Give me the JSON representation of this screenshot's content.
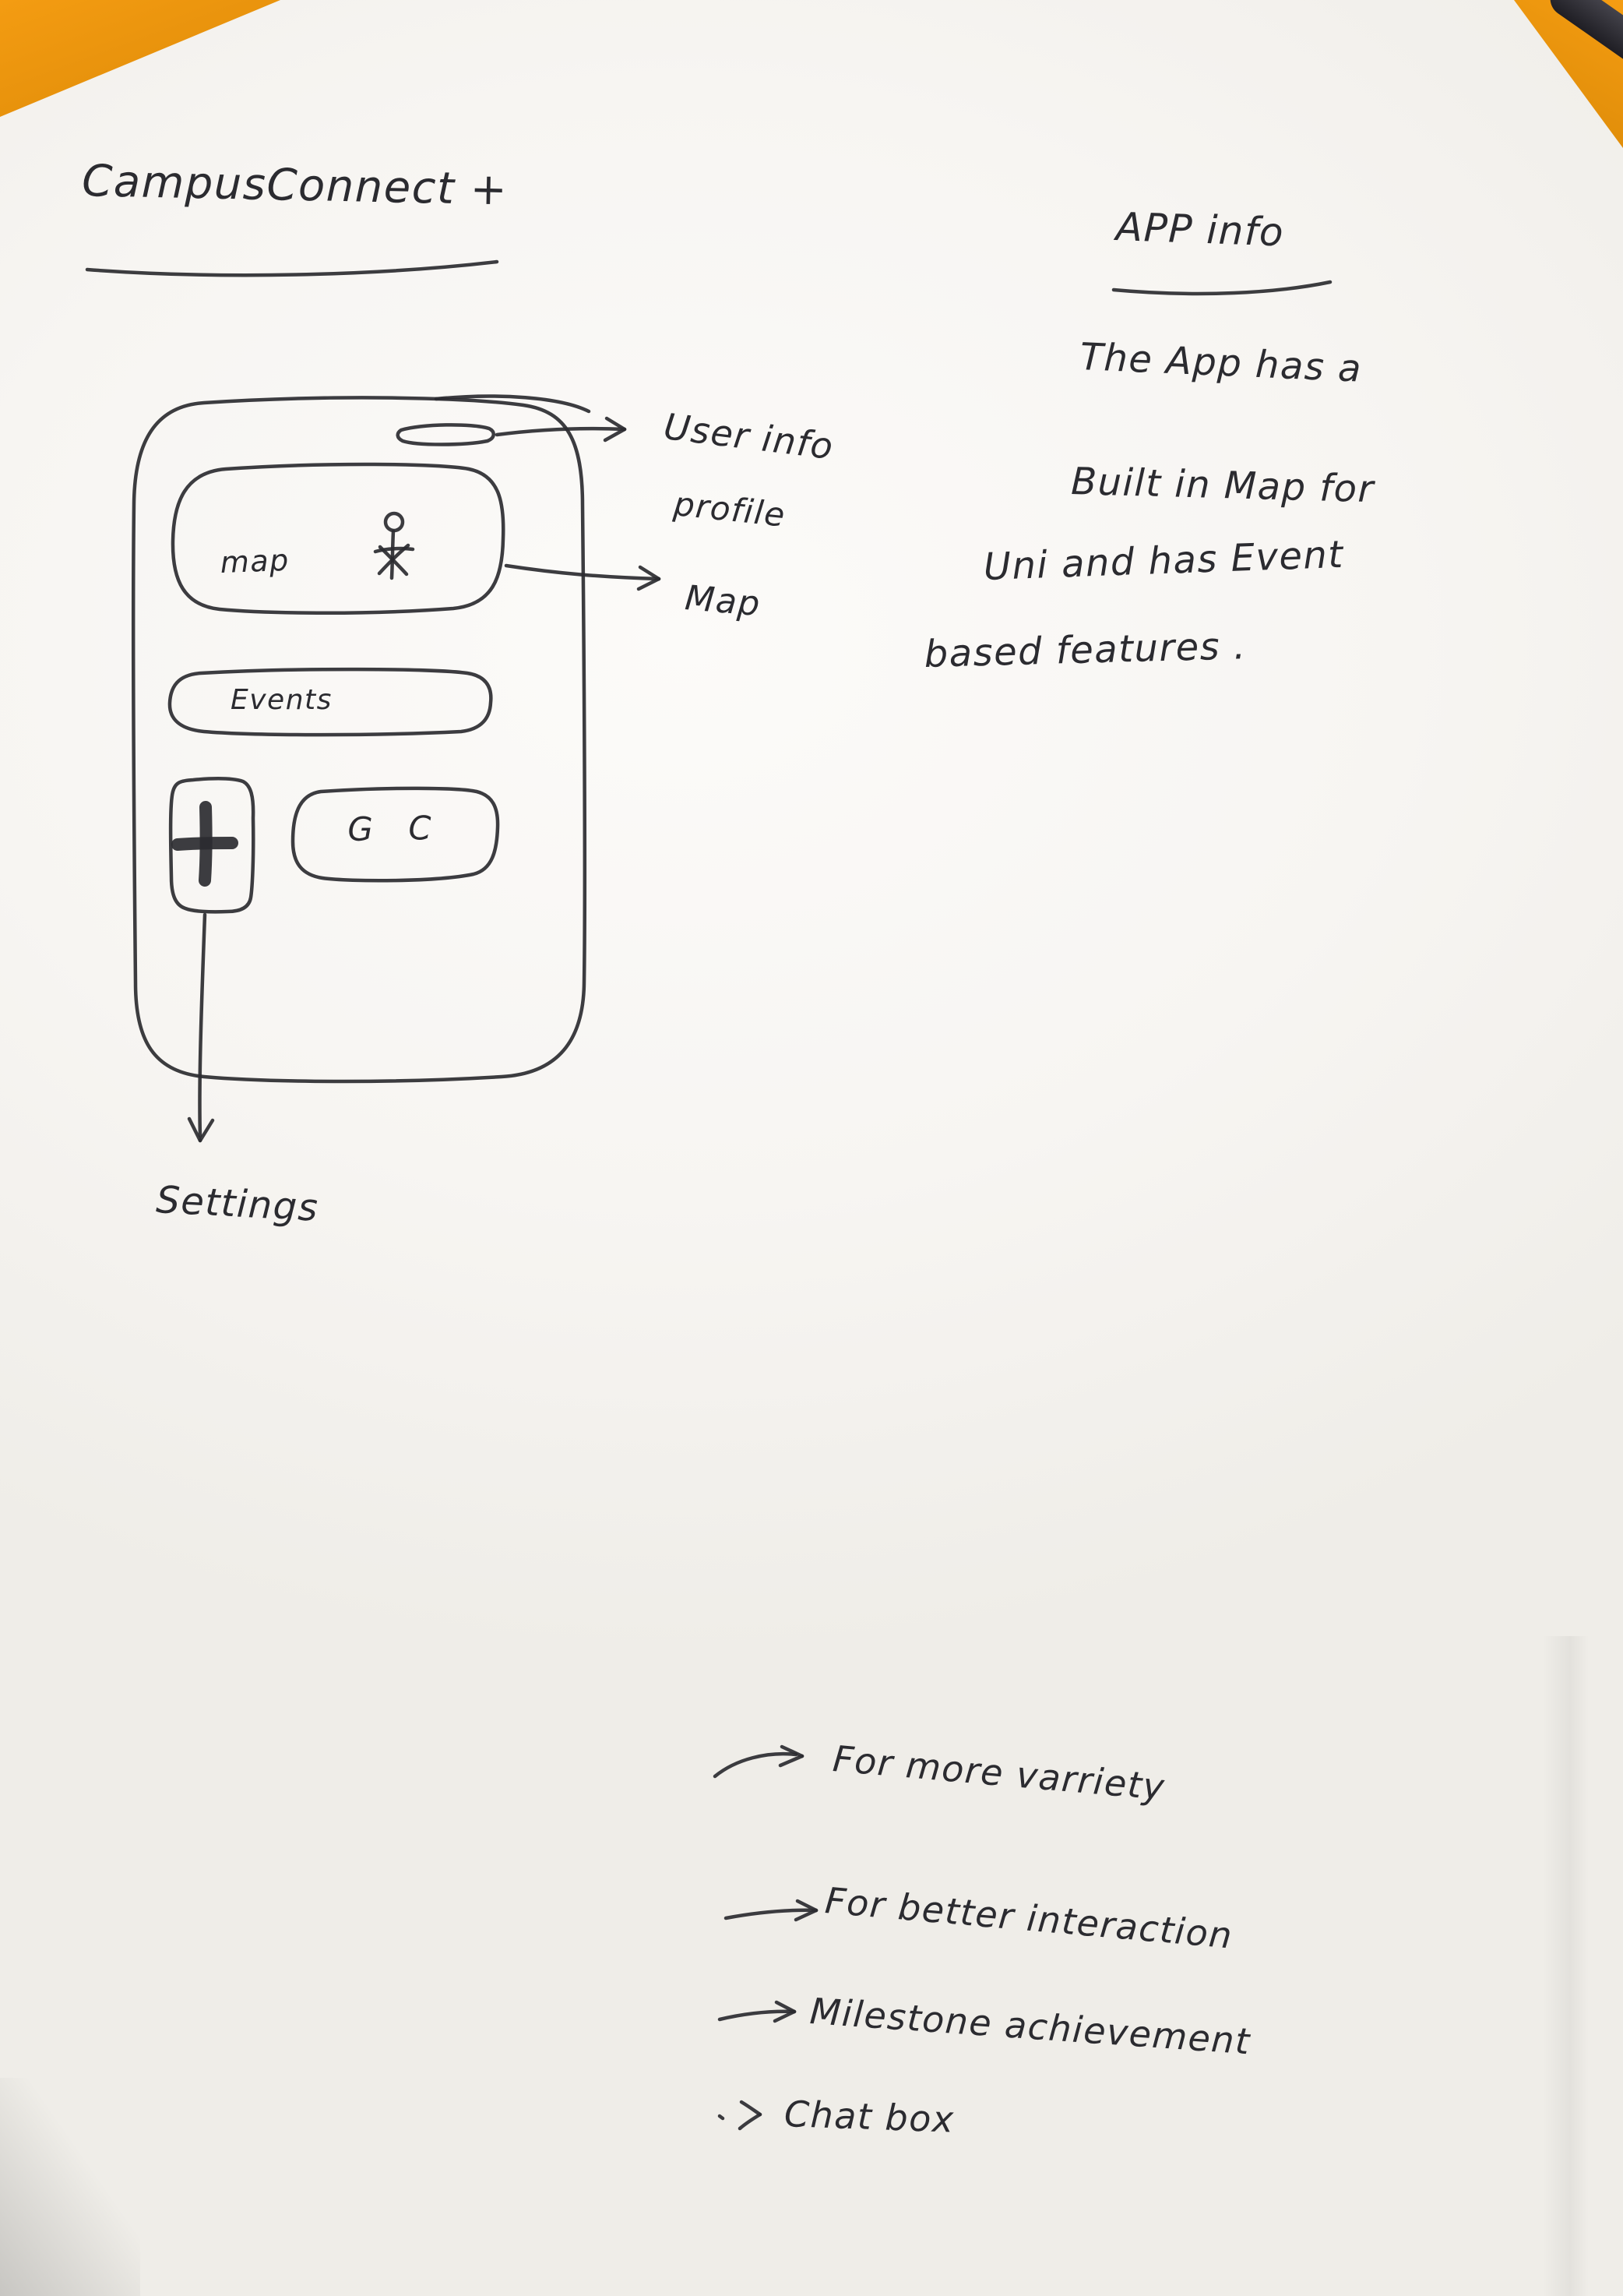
{
  "colors": {
    "paper": "#f7f5f2",
    "ink": "#2b2b30",
    "desk_orange": "#e8930e",
    "pen_dark": "#1f1e24"
  },
  "title": "CampusConnect +",
  "phone": {
    "map_label": "map",
    "events_label": "Events",
    "gc_label": "G C"
  },
  "callouts": {
    "user_info_line1": "User info",
    "user_info_line2": "profile",
    "map": "Map",
    "settings": "Settings"
  },
  "app_info": {
    "heading": "APP info",
    "lines": [
      "The App has a",
      "Built in Map for",
      "Uni and has Event",
      "based features ."
    ]
  },
  "notes": [
    "For more varriety",
    "For better interaction",
    "Milestone achievement",
    "Chat box"
  ],
  "icons": {
    "person_icon": "stick-figure",
    "plus_icon": "+",
    "note_arrow": "→"
  }
}
